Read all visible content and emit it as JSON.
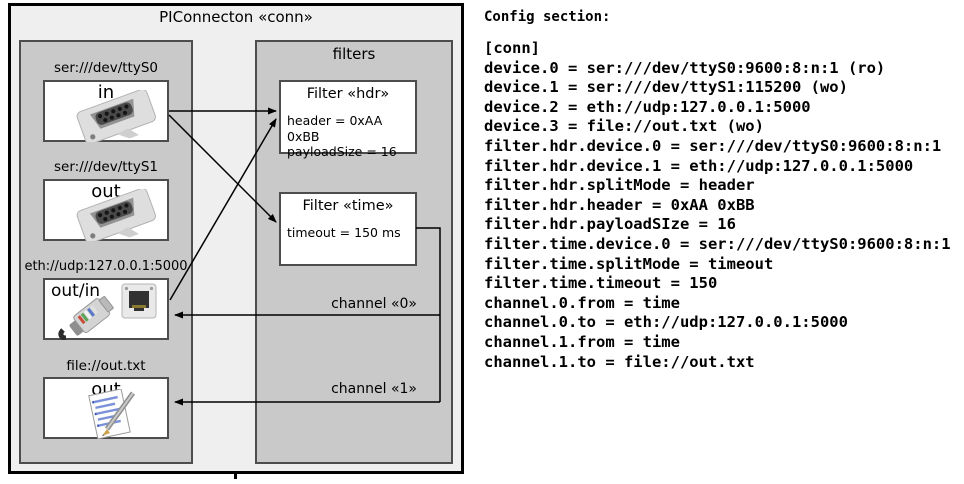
{
  "diagram": {
    "title": "PIConnecton «conn»",
    "devices_panel": {
      "devices": [
        {
          "uri": "ser:///dev/ttyS0",
          "direction": "in",
          "icon": "serial-connector-icon"
        },
        {
          "uri": "ser:///dev/ttyS1",
          "direction": "out",
          "icon": "serial-connector-icon"
        },
        {
          "uri": "eth://udp:127.0.0.1:5000",
          "direction": "out/in",
          "icon": "ethernet-plug-icon"
        },
        {
          "uri": "file://out.txt",
          "direction": "out",
          "icon": "memo-icon"
        }
      ]
    },
    "filters_panel": {
      "title": "filters",
      "filters": [
        {
          "title": "Filter «hdr»",
          "properties": [
            "header = 0xAA 0xBB",
            "payloadSize = 16"
          ]
        },
        {
          "title": "Filter «time»",
          "properties": [
            "timeout = 150 ms"
          ]
        }
      ]
    },
    "channels": [
      {
        "label": "channel «0»"
      },
      {
        "label": "channel «1»"
      }
    ]
  },
  "config": {
    "heading": "Config section:",
    "lines": [
      "[conn]",
      "device.0 = ser:///dev/ttyS0:9600:8:n:1 (ro)",
      "device.1 = ser:///dev/ttyS1:115200 (wo)",
      "device.2 = eth://udp:127.0.0.1:5000",
      "device.3 = file://out.txt (wo)",
      "filter.hdr.device.0 = ser:///dev/ttyS0:9600:8:n:1",
      "filter.hdr.device.1 = eth://udp:127.0.0.1:5000",
      "filter.hdr.splitMode = header",
      "filter.hdr.header = 0xAA 0xBB",
      "filter.hdr.payloadSIze = 16",
      "filter.time.device.0 = ser:///dev/ttyS0:9600:8:n:1",
      "filter.time.splitMode = timeout",
      "filter.time.timeout = 150",
      "channel.0.from = time",
      "channel.0.to = eth://udp:127.0.0.1:5000",
      "channel.1.from = time",
      "channel.1.to = file://out.txt"
    ]
  },
  "colors": {
    "frame_background": "#efefef",
    "panel_background": "#c9c9c9",
    "box_background": "#ffffff",
    "line_color": "#000000"
  }
}
